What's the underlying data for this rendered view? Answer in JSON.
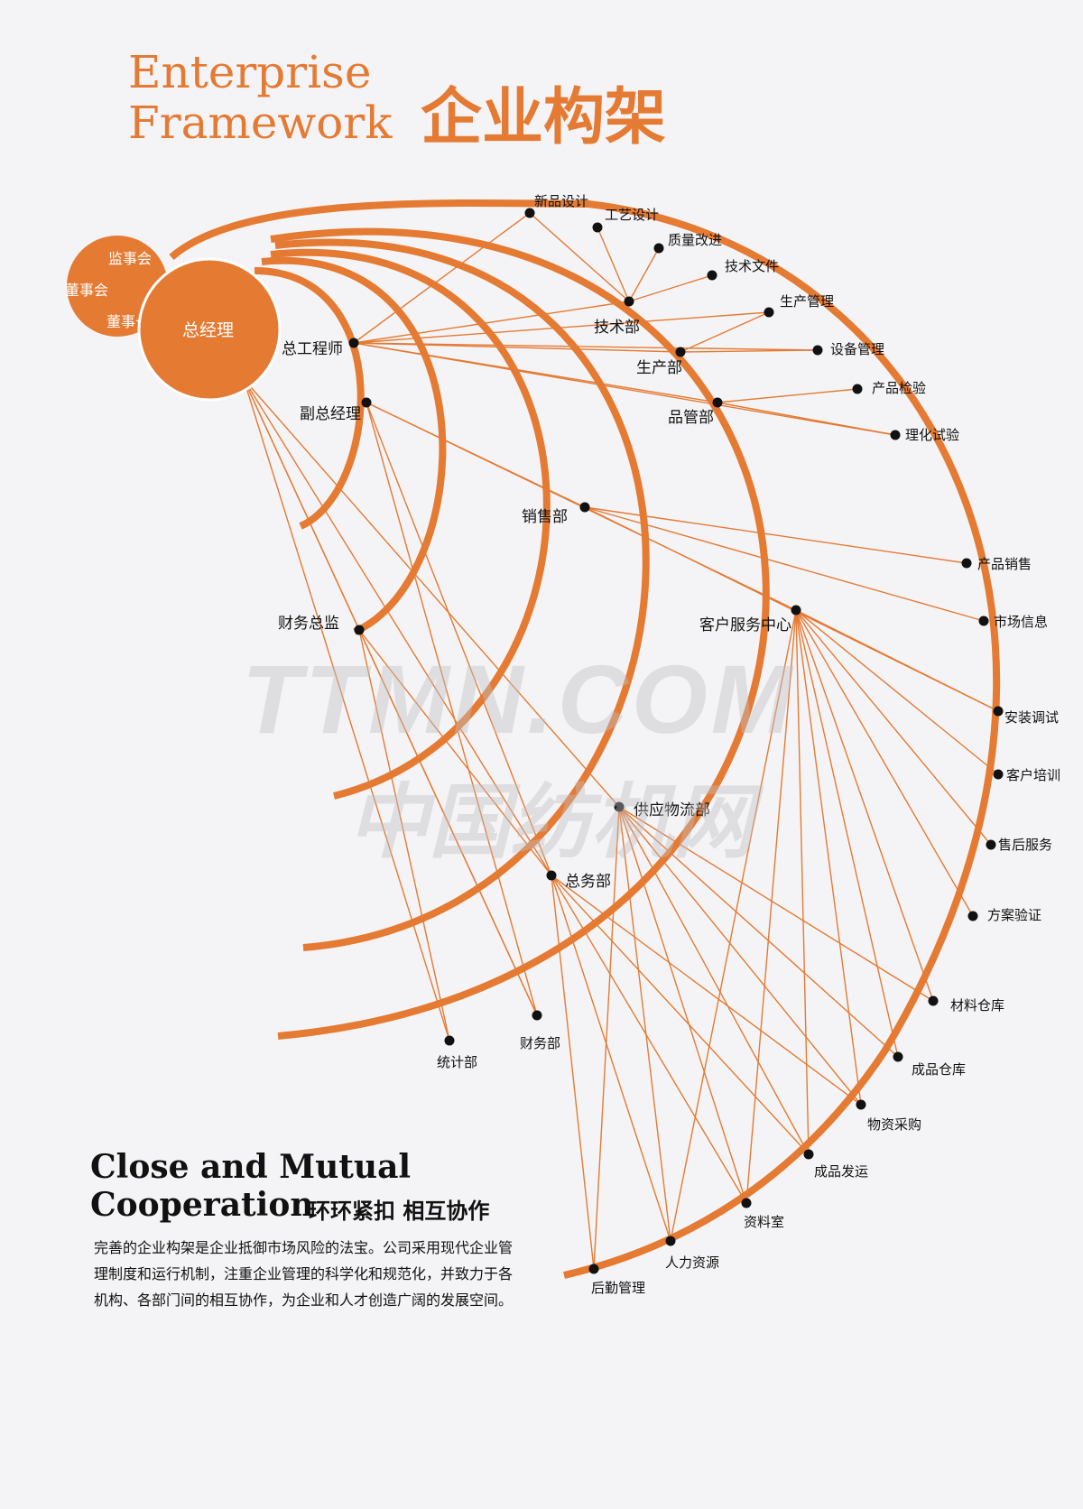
{
  "header": {
    "title_en_line1": "Enterprise",
    "title_en_line2": "Framework",
    "title_cn": "企业构架"
  },
  "colors": {
    "accent": "#e57a33",
    "dot": "#111111",
    "background": "#f4f4f6"
  },
  "board": {
    "items": [
      "监事会",
      "董事会",
      "董事长"
    ]
  },
  "center": {
    "label": "总经理"
  },
  "departments": {
    "chief_engineer": "总工程师",
    "deputy_gm": "副总经理",
    "finance_director": "财务总监",
    "tech_dept": "技术部",
    "production_dept": "生产部",
    "quality_dept": "品管部",
    "sales_dept": "销售部",
    "customer_service": "客户服务中心",
    "supply_logistics": "供应物流部",
    "general_affairs": "总务部"
  },
  "leaves": {
    "new_product_design": "新品设计",
    "process_design": "工艺设计",
    "quality_improvement": "质量改进",
    "tech_documents": "技术文件",
    "production_management": "生产管理",
    "equipment_management": "设备管理",
    "product_inspection": "产品检验",
    "physchem_test": "理化试验",
    "product_sales": "产品销售",
    "market_info": "市场信息",
    "installation": "安装调试",
    "customer_training": "客户培训",
    "after_sales": "售后服务",
    "solution_verification": "方案验证",
    "material_warehouse": "材料仓库",
    "finished_warehouse": "成品仓库",
    "procurement": "物资采购",
    "product_shipping": "成品发运",
    "archives": "资料室",
    "human_resources": "人力资源",
    "logistics_management": "后勤管理",
    "finance_dept": "财务部",
    "statistics_dept": "统计部"
  },
  "watermark": {
    "en": "TTMN.COM",
    "cn": "中国纺机网"
  },
  "slogan": {
    "en_line1": "Close and Mutual",
    "en_line2": "Cooperation",
    "cn": "环环紧扣  相互协作"
  },
  "description": {
    "line1": "完善的企业构架是企业抵御市场风险的法宝。公司采用现代企业管",
    "line2": "理制度和运行机制，注重企业管理的科学化和规范化，并致力于各",
    "line3": "机构、各部门间的相互协作，为企业和人才创造广阔的发展空间。"
  }
}
